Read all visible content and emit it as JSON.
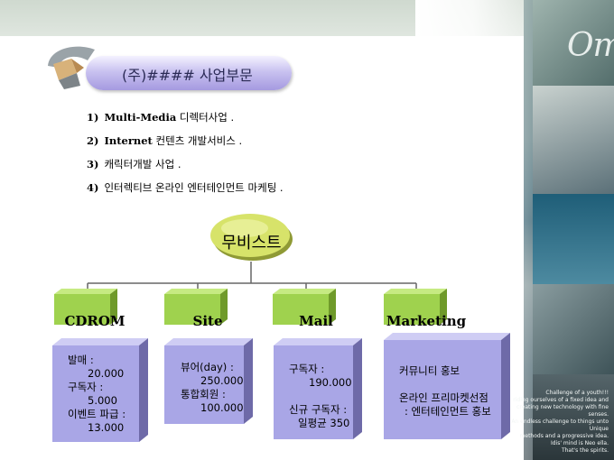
{
  "header": {
    "title": "(주)#### 사업부문"
  },
  "bullets": [
    {
      "num": "1)",
      "eng": "Multi-Media",
      "kor": " 디렉터사업 ."
    },
    {
      "num": "2)",
      "eng": "Internet",
      "kor": "  컨텐츠 개발서비스 ."
    },
    {
      "num": "3)",
      "eng": "",
      "kor": "캐릭터개발 사업 ."
    },
    {
      "num": "4)",
      "eng": "",
      "kor": "인터렉티브 온라인 엔터테인먼트 마케팅 ."
    }
  ],
  "diagram": {
    "center": "무비스트",
    "categories": [
      "CDROM",
      "Site",
      "Mail",
      "Marketing"
    ],
    "details": [
      [
        "발매 :",
        "20.000",
        "구독자 :",
        "5.000",
        "이벤트 파급 :",
        "13.000"
      ],
      [
        "뷰어(day) :",
        "250.000",
        "통합회원 :",
        "100.000"
      ],
      [
        "구독자 :",
        "190.000",
        "",
        "신규 구독자 :",
        "일평균 350"
      ],
      [
        "커뮤니티 홍보",
        "",
        "온라인 프리마켓선점",
        ": 엔터테인먼트 홍보"
      ]
    ]
  },
  "collage": {
    "mark": "Om",
    "caption": [
      "Challenge of a youth!!!",
      "riding ourselves of a fixed idea and",
      "creating new technology with fine",
      "senses.",
      "An endless challenge to things unto",
      "Unique",
      "methods and a progressive idea.",
      "Idis' mind is Neo ella.",
      "That's the spirits."
    ]
  },
  "colors": {
    "green_box": "#9fd24e",
    "purple_box": "#a9a6e6",
    "header_pill": "#b7afe8",
    "center_node": "#d7e36a"
  }
}
